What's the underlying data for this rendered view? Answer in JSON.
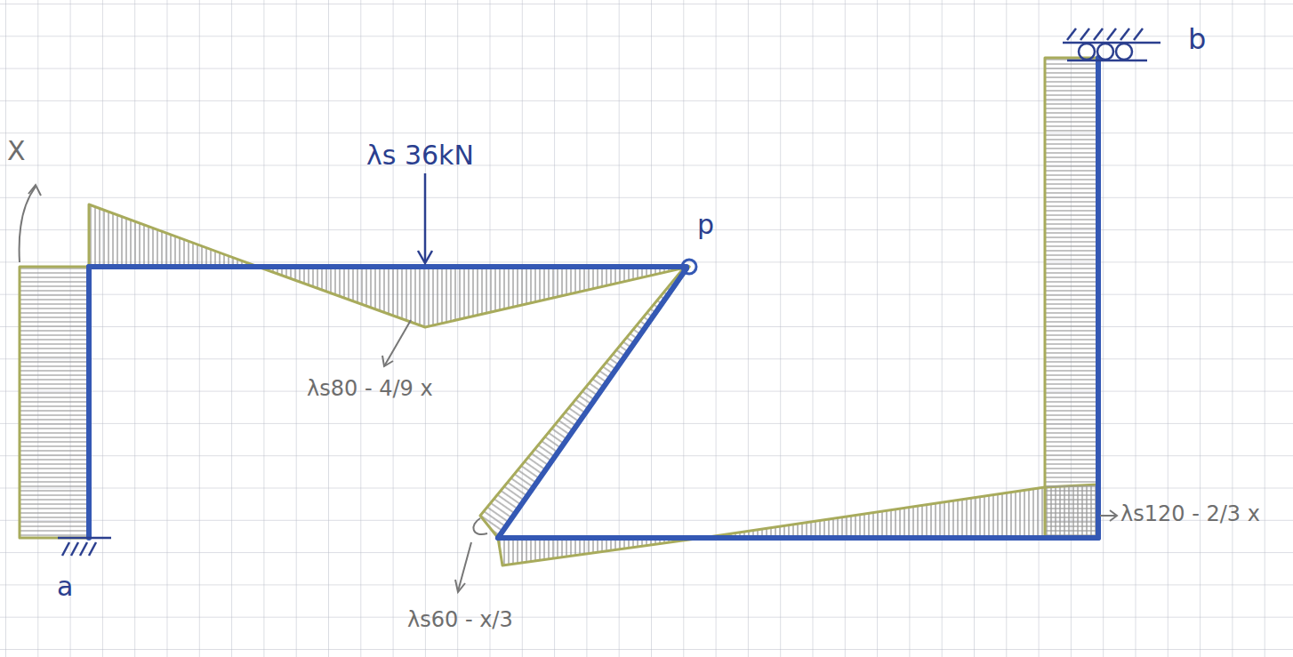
{
  "diagram": {
    "labels": [
      "X",
      "λs 36kN",
      "p",
      "b",
      "λs80 - 4/9 x",
      "a",
      "λs60 - x/3",
      "λs120 - 2/3 x"
    ]
  }
}
